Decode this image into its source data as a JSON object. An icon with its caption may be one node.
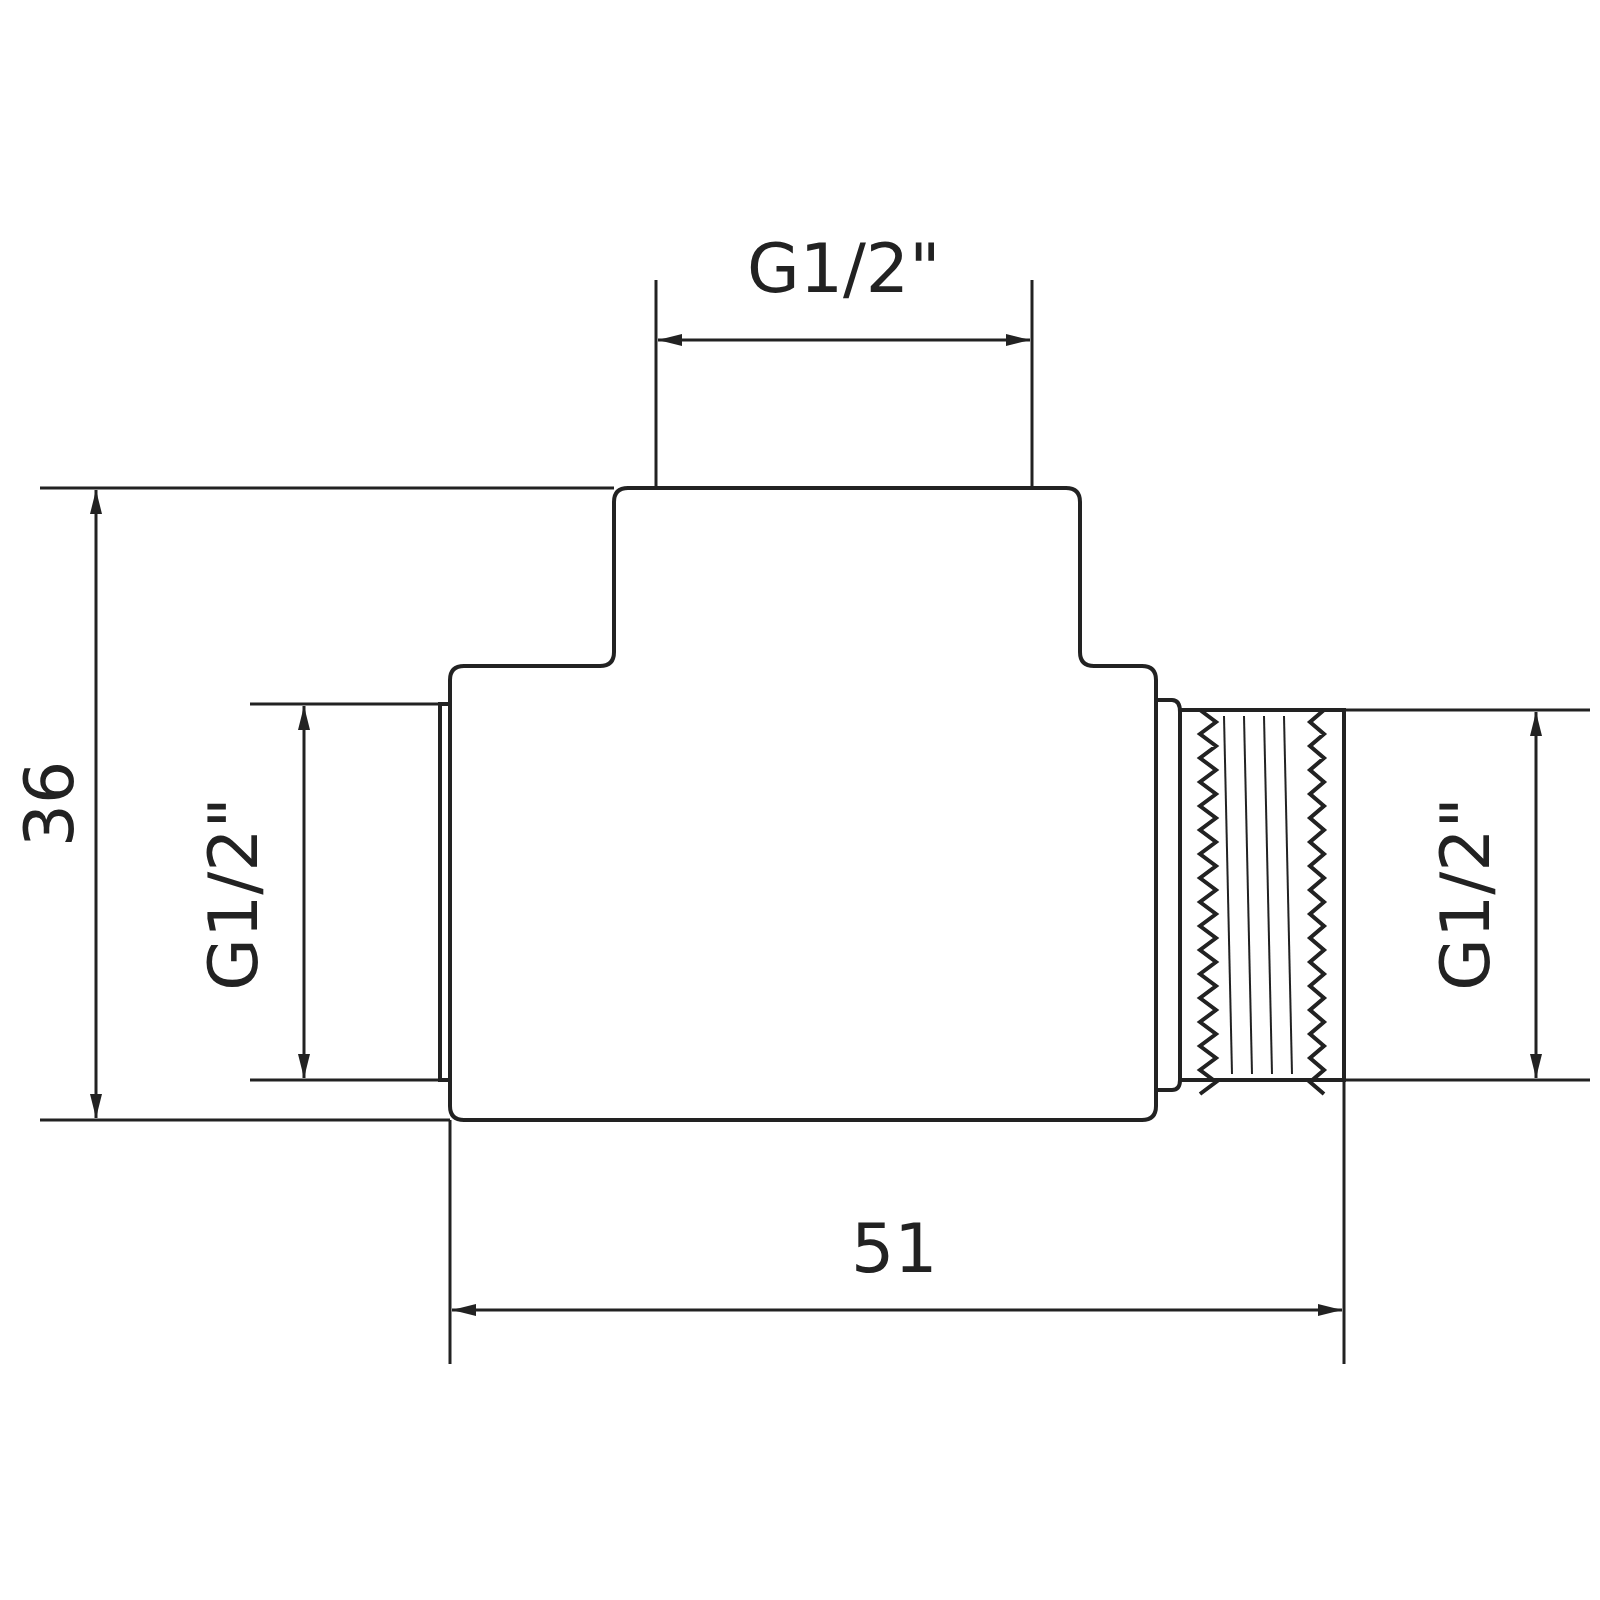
{
  "diagram": {
    "labels": [
      "G1/2\"",
      "36",
      "G1/2\"",
      "G1/2\"",
      "51"
    ]
  }
}
